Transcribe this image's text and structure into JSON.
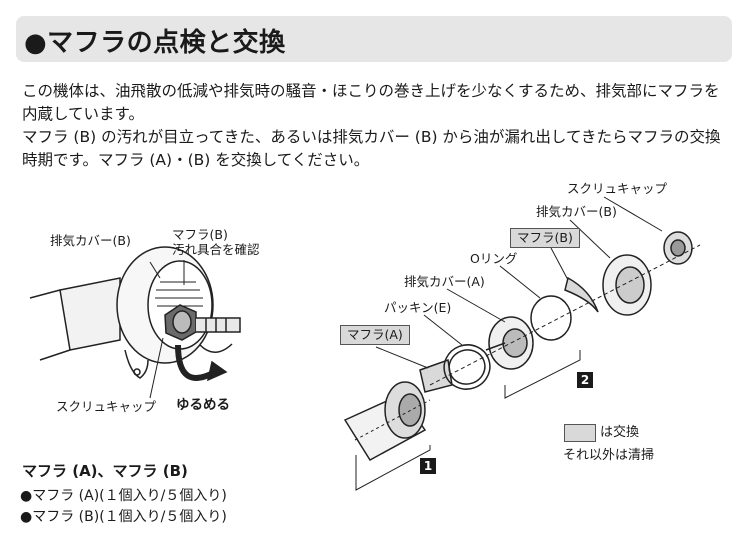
{
  "title": "●マフラの点検と交換",
  "paragraphs": [
    "この機体は、油飛散の低減や排気時の騒音・ほこりの巻き上げを少なくするため、排気部にマフラを内蔵しています。",
    "マフラ (B) の汚れが目立ってきた、あるいは排気カバー (B) から油が漏れ出してきたらマフラの交換時期です。マフラ (A)・(B) を交換してください。"
  ],
  "left_figure": {
    "exhaust_cover_b": "排気カバー(B)",
    "muffler_b_line1": "マフラ(B)",
    "muffler_b_line2": "汚れ具合を確認",
    "screw_cap": "スクリュキャップ",
    "loosen": "ゆるめる"
  },
  "right_figure": {
    "screw_cap": "スクリュキャップ",
    "exhaust_cover_b": "排気カバー(B)",
    "muffler_b": "マフラ(B)",
    "o_ring": "Oリング",
    "exhaust_cover_a": "排気カバー(A)",
    "packing_e": "パッキン(E)",
    "muffler_a": "マフラ(A)",
    "step1": "1",
    "step2": "2"
  },
  "legend": {
    "replace": "は交換",
    "clean": "それ以外は清掃"
  },
  "parts": {
    "title": "マフラ (A)、マフラ (B)",
    "items": [
      "●マフラ (A)(１個入り/５個入り)",
      "●マフラ (B)(１個入り/５個入り)"
    ]
  }
}
